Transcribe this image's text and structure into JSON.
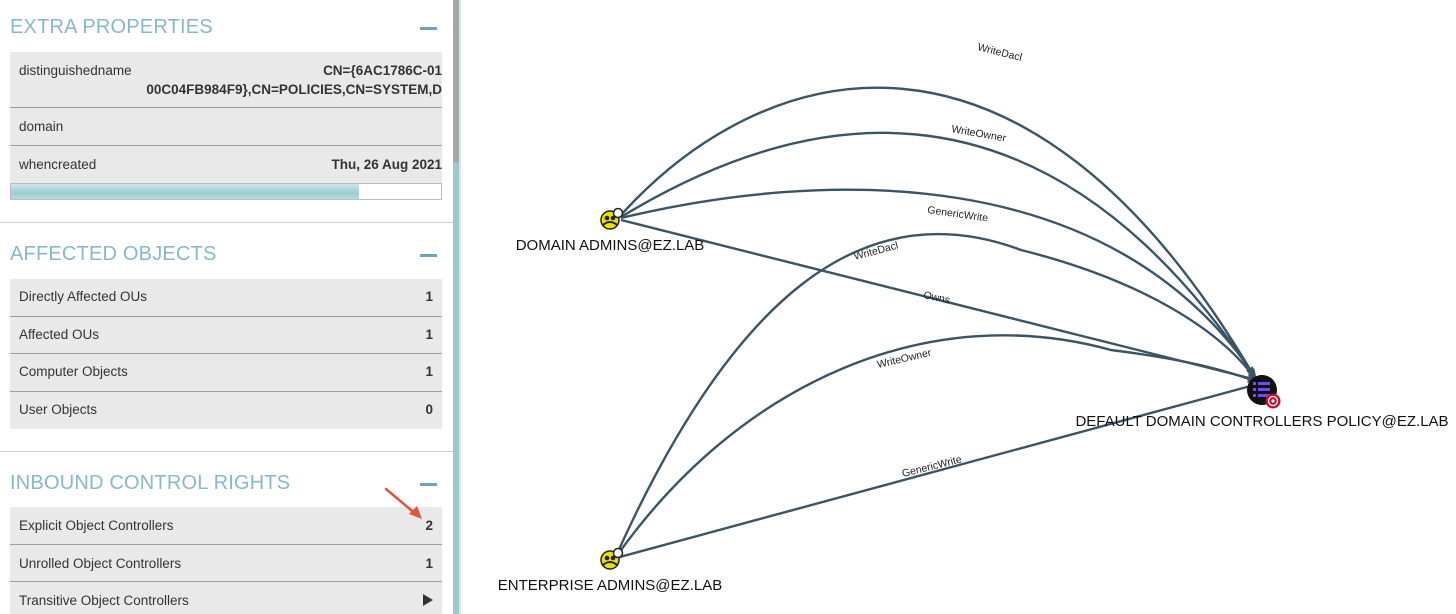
{
  "sections": {
    "extra_properties": {
      "title": "EXTRA PROPERTIES",
      "rows": [
        {
          "label": "distinguishedname",
          "value_line1": "CN={6AC1786C-01",
          "value_line2": "00C04FB984F9},CN=POLICIES,CN=SYSTEM,D"
        },
        {
          "label": "domain",
          "value": ""
        },
        {
          "label": "whencreated",
          "value": "Thu, 26 Aug 2021"
        }
      ],
      "progress": 0.81
    },
    "affected_objects": {
      "title": "AFFECTED OBJECTS",
      "rows": [
        {
          "label": "Directly Affected OUs",
          "value": "1"
        },
        {
          "label": "Affected OUs",
          "value": "1"
        },
        {
          "label": "Computer Objects",
          "value": "1"
        },
        {
          "label": "User Objects",
          "value": "0"
        }
      ]
    },
    "inbound_control_rights": {
      "title": "INBOUND CONTROL RIGHTS",
      "rows": [
        {
          "label": "Explicit Object Controllers",
          "value": "2"
        },
        {
          "label": "Unrolled Object Controllers",
          "value": "1"
        },
        {
          "label": "Transitive Object Controllers",
          "value": ""
        }
      ]
    }
  },
  "graph": {
    "nodes": {
      "domain_admins": "DOMAIN ADMINS@EZ.LAB",
      "enterprise_admins": "ENTERPRISE ADMINS@EZ.LAB",
      "gpo": "DEFAULT DOMAIN CONTROLLERS POLICY@EZ.LAB"
    },
    "edges": [
      {
        "from": "domain_admins",
        "to": "gpo",
        "label": "WriteDacl"
      },
      {
        "from": "domain_admins",
        "to": "gpo",
        "label": "WriteOwner"
      },
      {
        "from": "domain_admins",
        "to": "gpo",
        "label": "GenericWrite"
      },
      {
        "from": "domain_admins",
        "to": "gpo",
        "label": "Owns"
      },
      {
        "from": "enterprise_admins",
        "to": "gpo",
        "label": "WriteDacl"
      },
      {
        "from": "enterprise_admins",
        "to": "gpo",
        "label": "WriteOwner"
      },
      {
        "from": "enterprise_admins",
        "to": "gpo",
        "label": "GenericWrite"
      }
    ]
  },
  "colors": {
    "section_title": "#88b8cc",
    "edge": "#3b5566",
    "group_node": "#e8e000",
    "gpo_node": "#5b3fd3",
    "annotation_arrow": "#e0533d"
  }
}
